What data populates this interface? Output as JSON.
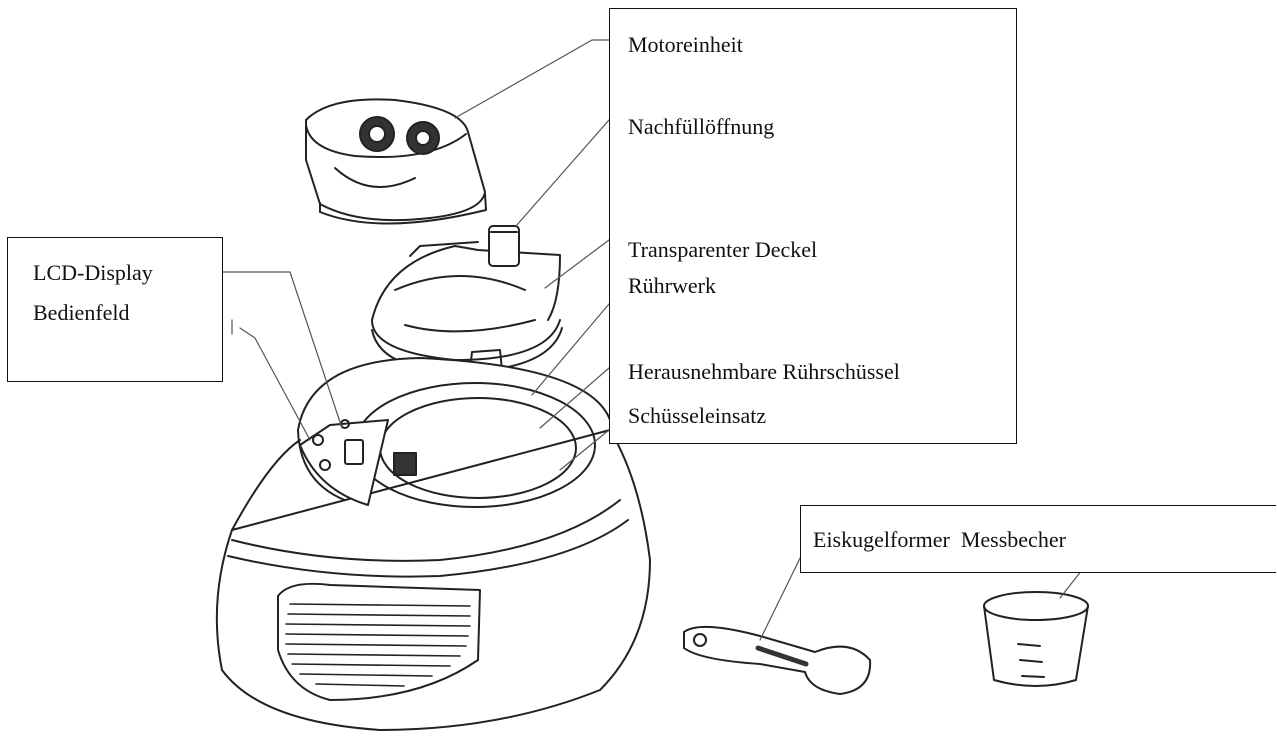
{
  "labels": {
    "motor_unit": "Motoreinheit",
    "refill_opening": "Nachfüllöffnung",
    "transparent_lid": "Transparenter Deckel",
    "agitator": "Rührwerk",
    "removable_bowl": "Herausnehmbare Rührschüssel",
    "bowl_insert": "Schüsseleinsatz",
    "lcd_display": "LCD-Display",
    "control_panel": "Bedienfeld",
    "scoop_cup": "Eiskugelformer  Messbecher"
  },
  "colors": {
    "line": "#111111",
    "background": "#ffffff"
  }
}
